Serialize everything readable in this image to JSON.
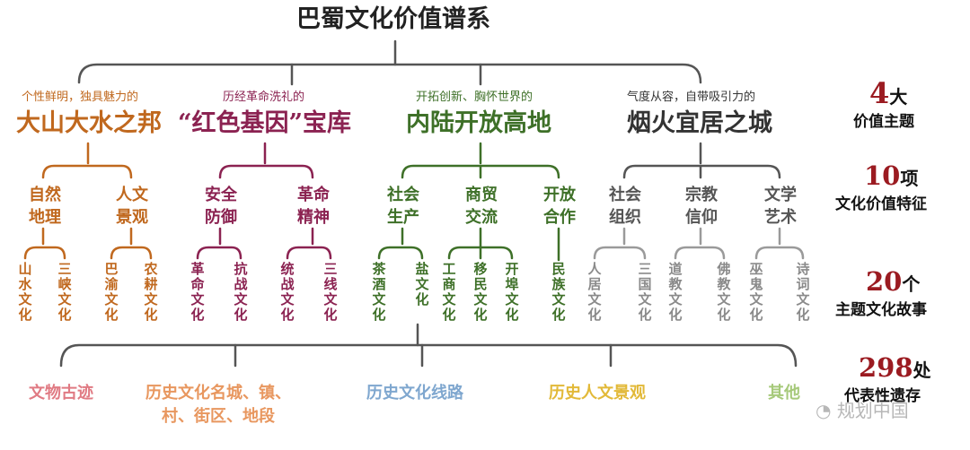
{
  "title": "巴蜀文化价值谱系",
  "colors": {
    "mountain": "#c0681e",
    "red": "#8b2251",
    "open": "#3e7028",
    "city": "#7d7d7d",
    "trunk": "#555555",
    "stat_number": "#9b1b21"
  },
  "values": [
    {
      "subtitle": "个性鲜明，独具魅力的",
      "name": "大山大水之邦",
      "features": [
        {
          "name": "自然地理",
          "stories": [
            "山水文化",
            "三峡文化"
          ]
        },
        {
          "name": "人文景观",
          "stories": [
            "巴渝文化",
            "农耕文化"
          ]
        }
      ]
    },
    {
      "subtitle": "历经革命洗礼的",
      "name": "“红色基因”宝库",
      "features": [
        {
          "name": "安全防御",
          "stories": [
            "革命文化",
            "抗战文化"
          ]
        },
        {
          "name": "革命精神",
          "stories": [
            "统战文化",
            "三线文化"
          ]
        }
      ]
    },
    {
      "subtitle": "开拓创新、胸怀世界的",
      "name": "内陆开放高地",
      "features": [
        {
          "name": "社会生产",
          "stories": [
            "茶酒文化",
            "盐文化"
          ]
        },
        {
          "name": "商贸交流",
          "stories": [
            "工商文化",
            "移民文化",
            "开埠文化"
          ]
        },
        {
          "name": "开放合作",
          "stories": [
            "民族文化"
          ]
        }
      ]
    },
    {
      "subtitle": "气度从容，自带吸引力的",
      "name": "烟火宜居之城",
      "features": [
        {
          "name": "社会组织",
          "stories": [
            "人居文化",
            "三国文化"
          ]
        },
        {
          "name": "宗教信仰",
          "stories": [
            "道教文化",
            "佛教文化"
          ]
        },
        {
          "name": "文学艺术",
          "stories": [
            "巫鬼文化",
            "诗词文化"
          ]
        }
      ]
    }
  ],
  "bottom": [
    {
      "label": "文物古迹",
      "color": "#e07a83"
    },
    {
      "label": "历史文化名城、镇、",
      "label2": "村、街区、地段",
      "color": "#e8975f"
    },
    {
      "label": "历史文化线路",
      "color": "#7fa7cf"
    },
    {
      "label": "历史人文景观",
      "color": "#e2b938"
    },
    {
      "label": "其他",
      "color": "#a6c97a"
    }
  ],
  "stats": [
    {
      "number": "4",
      "unit": "大",
      "text": "价值主题"
    },
    {
      "number": "10",
      "unit": "项",
      "text": "文化价值特征"
    },
    {
      "number": "20",
      "unit": "个",
      "text": "主题文化故事"
    },
    {
      "number": "298",
      "unit": "处",
      "text": "代表性遗存"
    }
  ],
  "watermark": "规划中国"
}
